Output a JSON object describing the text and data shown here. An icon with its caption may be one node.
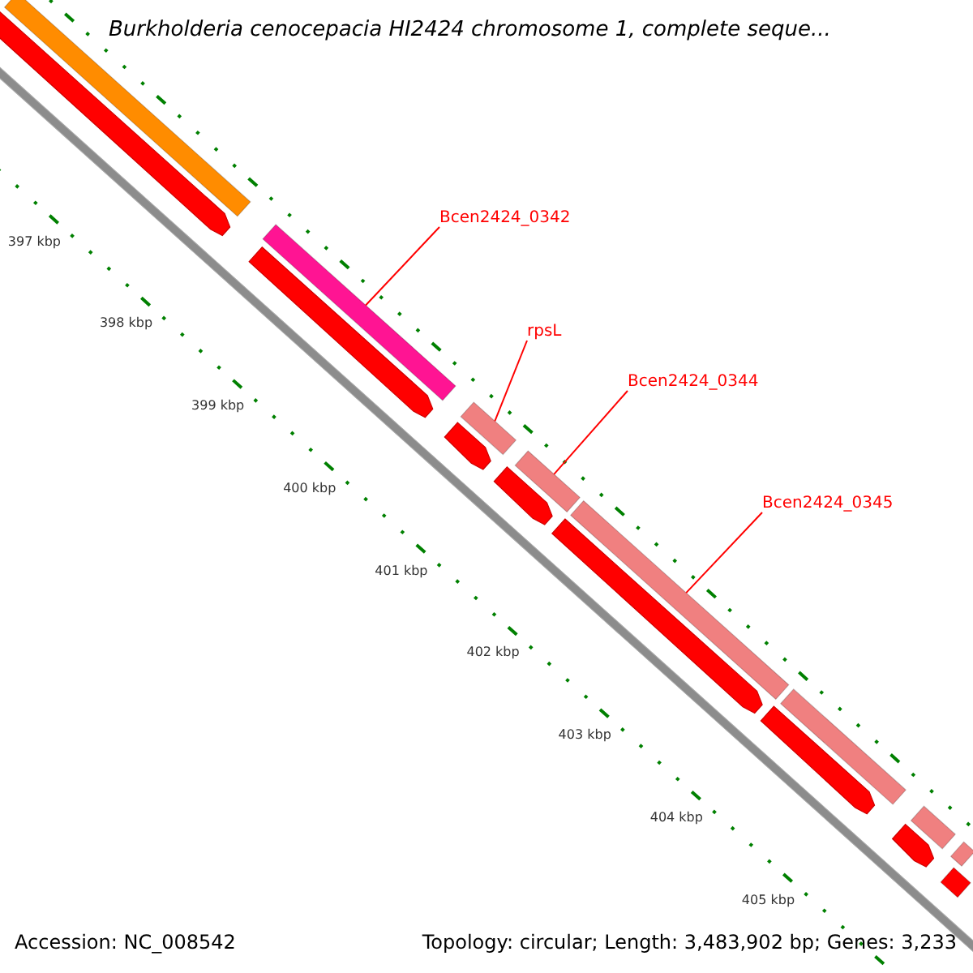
{
  "diagram": {
    "title": "Burkholderia cenocepacia HI2424 chromosome 1, complete seque...",
    "nodes": [
      {
        "text": [
          "Bcen2424_0342"
        ]
      },
      {
        "text": [],
        "shape": "bar"
      },
      {
        "text": [
          "rpsL"
        ]
      },
      {
        "text": [],
        "shape": "bar"
      },
      {
        "text": [
          "Bcen2424_0344"
        ]
      },
      {
        "text": [],
        "shape": "bar"
      },
      {
        "text": [
          "Bcen2424_0345"
        ]
      },
      {
        "text": [],
        "shape": "bar"
      },
      {
        "text": [],
        "shape": "bar"
      },
      {
        "text": [],
        "shape": "bar"
      },
      {
        "text": [],
        "shape": "bar"
      },
      {
        "text": [],
        "shape": "bar"
      },
      {
        "text": [],
        "shape": "bar"
      },
      {
        "text": [],
        "shape": "bar"
      },
      {
        "text": [],
        "shape": "bar"
      },
      {
        "text": [],
        "shape": "bar"
      },
      {
        "text": [],
        "shape": "bar"
      },
      {
        "text": [],
        "shape": "bar"
      },
      {
        "text": [],
        "shape": "bar"
      },
      {
        "text": [],
        "shape": "bar"
      }
    ],
    "edges": [
      {
        "from": 0,
        "to": 1,
        "arrow": "none"
      },
      {
        "from": 2,
        "to": 3,
        "arrow": "none"
      },
      {
        "from": 4,
        "to": 5,
        "arrow": "none"
      },
      {
        "from": 6,
        "to": 7,
        "arrow": "none"
      }
    ],
    "labels": [
      "397 kbp",
      "398 kbp",
      "399 kbp",
      "400 kbp",
      "401 kbp",
      "402 kbp",
      "403 kbp",
      "404 kbp",
      "405 kbp",
      "Accession: NC_008542",
      "Topology: circular; Length: 3,483,902 bp; Genes: 3,233"
    ]
  }
}
